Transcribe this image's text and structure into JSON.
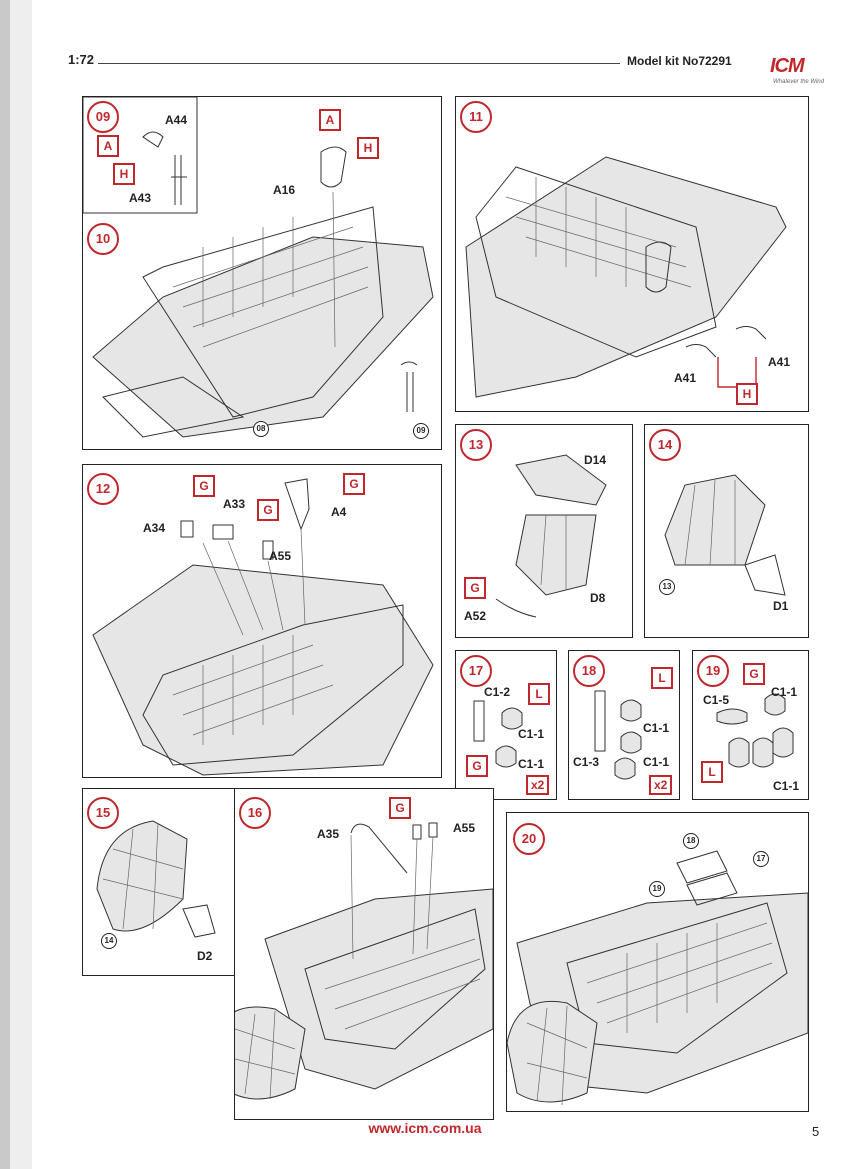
{
  "header": {
    "scale": "1:72",
    "kit": "Model kit No72291",
    "logo": "ICM",
    "logo_tagline": "Whatever the Wind"
  },
  "footer": {
    "url": "www.icm.com.ua",
    "page_number": "5"
  },
  "colors": {
    "accent_red": "#c0282d",
    "line": "#333333"
  },
  "steps": {
    "s09": {
      "num": "09",
      "labels": [
        "A44",
        "A43"
      ],
      "tags": [
        "A",
        "H"
      ]
    },
    "s10": {
      "num": "10",
      "labels": [
        "A16"
      ],
      "tags": [
        "A",
        "H"
      ],
      "refs": [
        "08",
        "09"
      ]
    },
    "s11": {
      "num": "11",
      "labels": [
        "A41",
        "A41"
      ],
      "tags": [
        "H"
      ]
    },
    "s12": {
      "num": "12",
      "labels": [
        "A34",
        "A33",
        "A55",
        "A4"
      ],
      "tags": [
        "G",
        "G",
        "G"
      ]
    },
    "s13": {
      "num": "13",
      "labels": [
        "D14",
        "D8",
        "A52"
      ],
      "tags": [
        "G"
      ]
    },
    "s14": {
      "num": "14",
      "labels": [
        "D1"
      ],
      "refs": [
        "13"
      ]
    },
    "s15": {
      "num": "15",
      "labels": [
        "D2"
      ],
      "refs": [
        "14"
      ]
    },
    "s16": {
      "num": "16",
      "labels": [
        "A35",
        "A55"
      ],
      "tags": [
        "G"
      ]
    },
    "s17": {
      "num": "17",
      "labels": [
        "C1-2",
        "C1-1",
        "C1-1"
      ],
      "tags": [
        "L",
        "G"
      ],
      "mult": "x2"
    },
    "s18": {
      "num": "18",
      "labels": [
        "C1-1",
        "C1-3",
        "C1-1"
      ],
      "tags": [
        "L"
      ],
      "mult": "x2"
    },
    "s19": {
      "num": "19",
      "labels": [
        "C1-5",
        "C1-1",
        "C1-1"
      ],
      "tags": [
        "G",
        "L"
      ]
    },
    "s20": {
      "num": "20",
      "refs": [
        "18",
        "17",
        "19"
      ]
    }
  }
}
